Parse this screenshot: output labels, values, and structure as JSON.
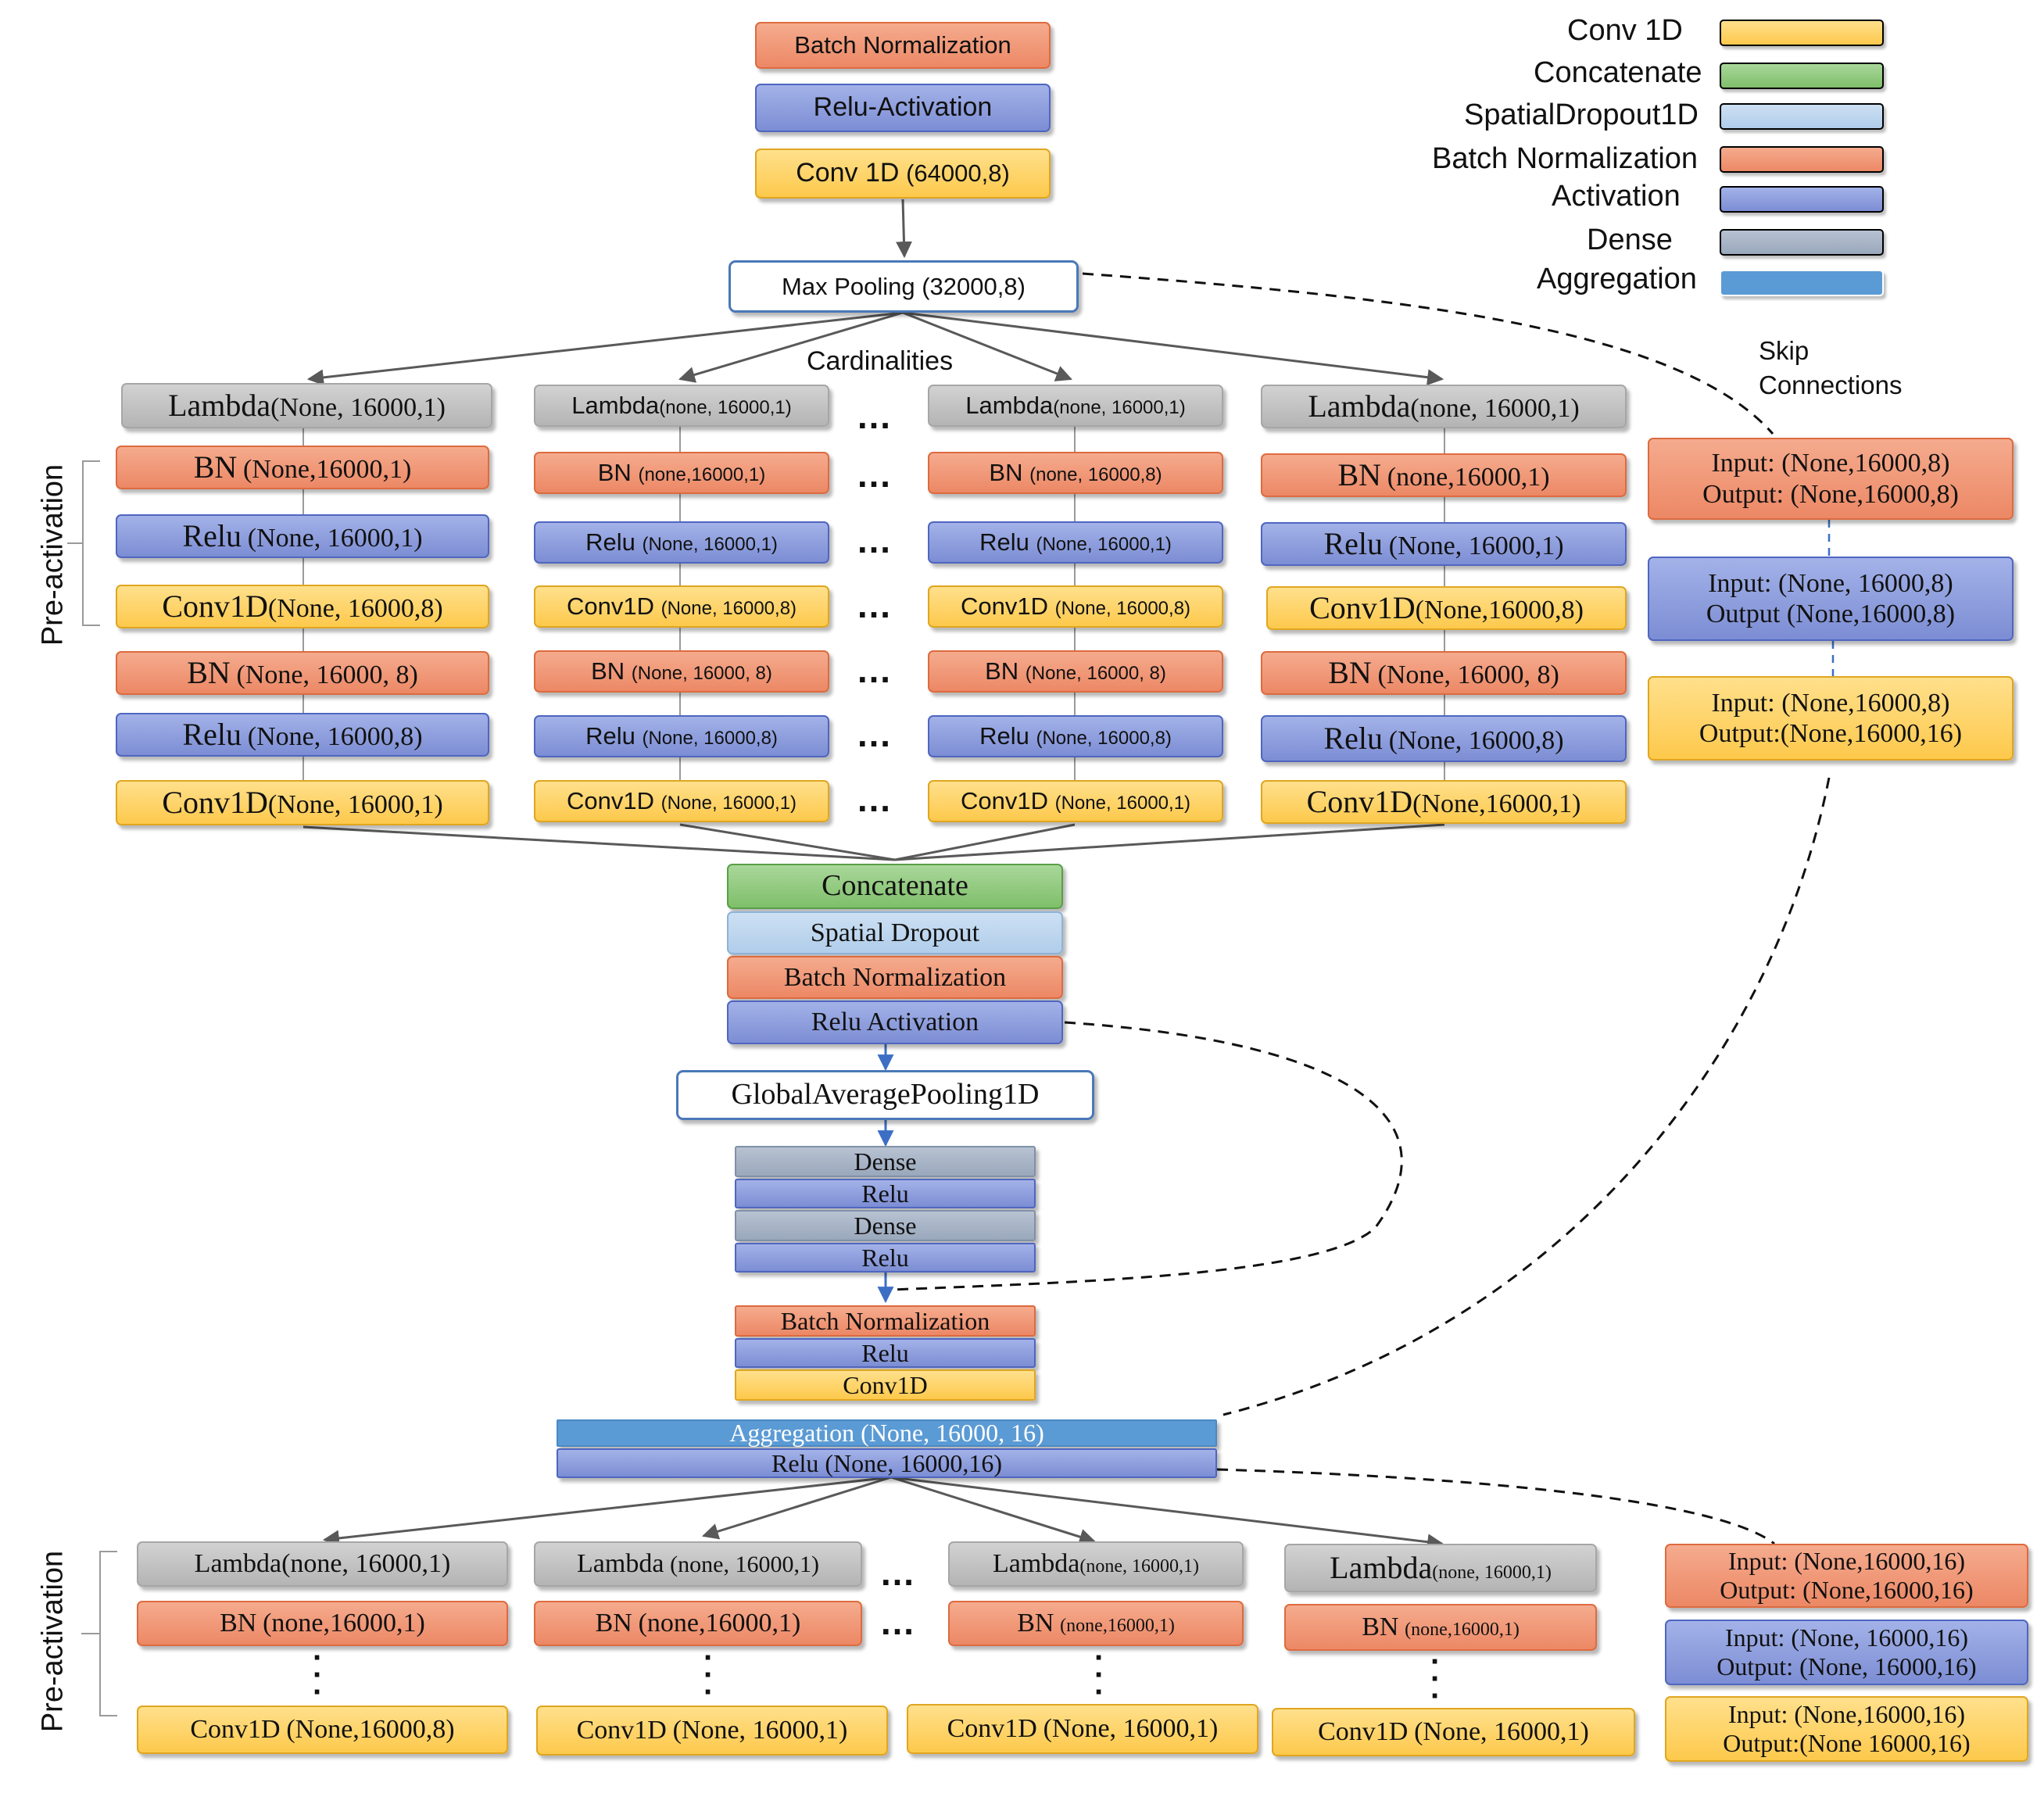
{
  "legend": {
    "items": [
      {
        "label": "Conv 1D",
        "color": "#fdc94c"
      },
      {
        "label": "Concatenate",
        "color": "#7fbf6a"
      },
      {
        "label": "SpatialDropout1D",
        "color": "#b0cdea"
      },
      {
        "label": "Batch Normalization",
        "color": "#ec8865"
      },
      {
        "label": "Activation",
        "color": "#7c8dd4"
      },
      {
        "label": "Dense",
        "color": "#9aa8bc"
      },
      {
        "label": "Aggregation",
        "color": "#5b9bd5"
      }
    ]
  },
  "labels": {
    "cardinalities": "Cardinalities",
    "skip_connections_line1": "Skip",
    "skip_connections_line2": "Connections",
    "pre_activation": "Pre-activation",
    "ellipsis": "…"
  },
  "stem": {
    "bn": "Batch Normalization",
    "relu": "Relu-Activation",
    "conv_name": "Conv 1D",
    "conv_shape": "(64000,8)",
    "maxpool": "Max Pooling (32000,8)"
  },
  "block1": {
    "col1": {
      "lambda": "Lambda",
      "lambda_shape": "(None, 16000,1)",
      "bn1": "BN",
      "bn1_shape": "(None,16000,1)",
      "relu1": "Relu",
      "relu1_shape": "(None, 16000,1)",
      "conv1": "Conv1D",
      "conv1_shape": "(None, 16000,8)",
      "bn2": "BN",
      "bn2_shape": "(None, 16000, 8)",
      "relu2": "Relu",
      "relu2_shape": "(None, 16000,8)",
      "conv2": "Conv1D",
      "conv2_shape": "(None, 16000,1)"
    },
    "col2": {
      "lambda": "Lambda",
      "lambda_shape": "(none, 16000,1)",
      "bn1": "BN",
      "bn1_shape": "(none,16000,1)",
      "relu1": "Relu",
      "relu1_shape": "(None, 16000,1)",
      "conv1": "Conv1D",
      "conv1_shape": "(None, 16000,8)",
      "bn2": "BN",
      "bn2_shape": "(None, 16000, 8)",
      "relu2": "Relu",
      "relu2_shape": "(None, 16000,8)",
      "conv2": "Conv1D",
      "conv2_shape": "(None, 16000,1)"
    },
    "col3": {
      "lambda": "Lambda",
      "lambda_shape": "(none, 16000,1)",
      "bn1": "BN",
      "bn1_shape": "(none, 16000,8)",
      "relu1": "Relu",
      "relu1_shape": "(None, 16000,1)",
      "conv1": "Conv1D",
      "conv1_shape": "(None, 16000,8)",
      "bn2": "BN",
      "bn2_shape": "(None, 16000, 8)",
      "relu2": "Relu",
      "relu2_shape": "(None, 16000,8)",
      "conv2": "Conv1D",
      "conv2_shape": "(None, 16000,1)"
    },
    "col4": {
      "lambda": "Lambda",
      "lambda_shape": "(none, 16000,1)",
      "bn1": "BN",
      "bn1_shape": "(none,16000,1)",
      "relu1": "Relu",
      "relu1_shape": "(None, 16000,1)",
      "conv1": "Conv1D",
      "conv1_shape": "(None,16000,8)",
      "bn2": "BN",
      "bn2_shape": "(None, 16000, 8)",
      "relu2": "Relu",
      "relu2_shape": "(None, 16000,8)",
      "conv2": "Conv1D",
      "conv2_shape": "(None,16000,1)"
    }
  },
  "skip1": {
    "bn_in": "Input:  (None,16000,8)",
    "bn_out": "Output: (None,16000,8)",
    "relu_in": "Input: (None, 16000,8)",
    "relu_out": "Output (None,16000,8)",
    "conv_in": "Input: (None,16000,8)",
    "conv_out": "Output:(None,16000,16)"
  },
  "merge": {
    "concat": "Concatenate",
    "dropout": "Spatial Dropout",
    "bn": "Batch Normalization",
    "relu": "Relu Activation",
    "gap": "GlobalAveragePooling1D",
    "dense1": "Dense",
    "relu_a": "Relu",
    "dense2": "Dense",
    "relu_b": "Relu",
    "bn2": "Batch Normalization",
    "relu2": "Relu",
    "conv": "Conv1D",
    "aggregation": "Aggregation (None, 16000, 16)",
    "agg_relu": "Relu (None, 16000,16)"
  },
  "block2": {
    "col1": {
      "lambda": "Lambda",
      "lambda_shape": "(none, 16000,1)",
      "bn": "BN",
      "bn_shape": "(none,16000,1)",
      "conv": "Conv1D",
      "conv_shape": "(None,16000,8)"
    },
    "col2": {
      "lambda": "Lambda",
      "lambda_shape": "(none, 16000,1)",
      "bn": "BN",
      "bn_shape": "(none,16000,1)",
      "conv": "Conv1D",
      "conv_shape": "(None, 16000,1)"
    },
    "col3": {
      "lambda": "Lambda",
      "lambda_shape": "(none, 16000,1)",
      "bn": "BN",
      "bn_shape": "(none,16000,1)",
      "conv": "Conv1D",
      "conv_shape": "(None, 16000,1)"
    },
    "col4": {
      "lambda": "Lambda",
      "lambda_shape": "(none, 16000,1)",
      "bn": "BN",
      "bn_shape": "(none,16000,1)",
      "conv": "Conv1D",
      "conv_shape": "(None, 16000,1)"
    }
  },
  "skip2": {
    "bn_in": "Input:  (None,16000,16)",
    "bn_out": "Output: (None,16000,16)",
    "relu_in": "Input: (None, 16000,16)",
    "relu_out": "Output: (None, 16000,16)",
    "conv_in": "Input: (None,16000,16)",
    "conv_out": "Output:(None 16000,16)"
  }
}
